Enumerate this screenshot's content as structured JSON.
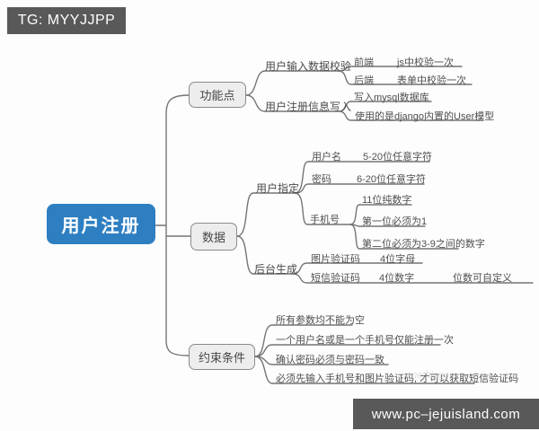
{
  "badges": {
    "tg": "TG: MYYJJPP",
    "site": "www.pc–jejuisland.com"
  },
  "root": {
    "label": "用户注册"
  },
  "branches": {
    "features": {
      "label": "功能点",
      "input_validation": {
        "label": "用户输入数据校验",
        "frontend": {
          "label": "前端",
          "detail": "js中校验一次"
        },
        "backend": {
          "label": "后端",
          "detail": "表单中校验一次"
        }
      },
      "register_write": {
        "label": "用户注册信息写入",
        "detail1": "写入mysql数据库",
        "detail2": "使用的是django内置的User模型"
      }
    },
    "data": {
      "label": "数据",
      "user_specified": {
        "label": "用户指定",
        "username": {
          "label": "用户名",
          "detail": "5-20位任意字符"
        },
        "password": {
          "label": "密码",
          "detail": "6-20位任意字符"
        },
        "phone": {
          "label": "手机号",
          "details": [
            "11位纯数字",
            "第一位必须为1",
            "第二位必须为3-9之间的数字"
          ]
        }
      },
      "backend_generated": {
        "label": "后台生成",
        "image_captcha": {
          "label": "图片验证码",
          "detail": "4位字母"
        },
        "sms_captcha": {
          "label": "短信验证码",
          "detail": "4位数字",
          "note": "位数可自定义"
        }
      }
    },
    "constraints": {
      "label": "约束条件",
      "items": [
        "所有参数均不能为空",
        "一个用户名或是一个手机号仅能注册一次",
        "确认密码必须与密码一致",
        "必须先输入手机号和图片验证码, 才可以获取短信验证码"
      ]
    }
  },
  "watermark": "enethings",
  "colors": {
    "root_bg": "#2e7fc2",
    "node_bg": "#ededed",
    "node_border": "#8a8a8a",
    "line": "#757575",
    "badge_bg": "#595959",
    "text": "#4f4f4f"
  }
}
